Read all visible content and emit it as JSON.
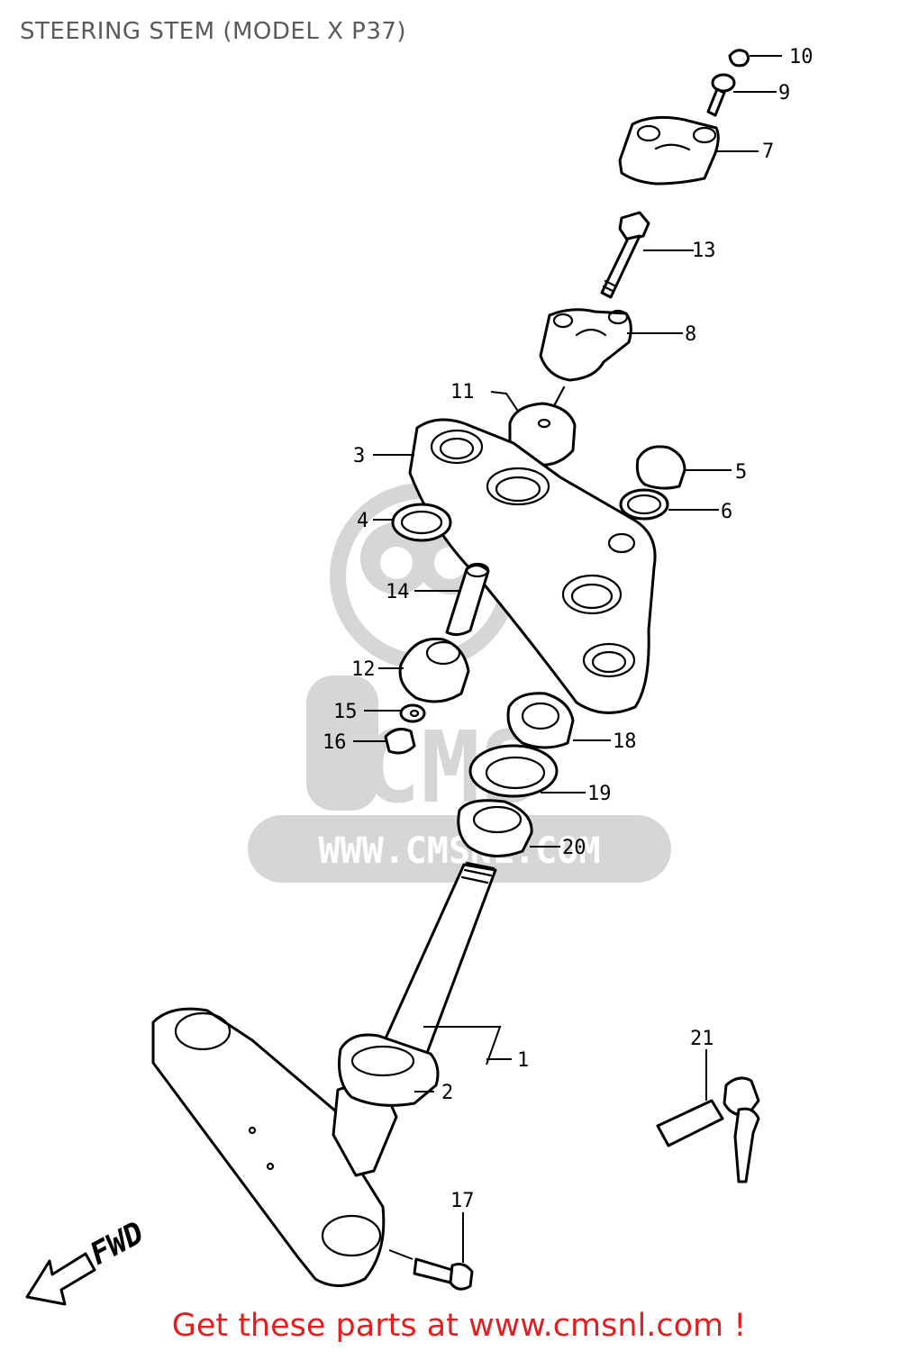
{
  "title": "STEERING STEM (MODEL X P37)",
  "footer": "Get these parts at www.cmsnl.com !",
  "watermark": {
    "logo_text": "CMS",
    "url_text": "WWW.CMSNL.COM"
  },
  "direction_label": "FWD",
  "callouts": {
    "c1": "1",
    "c2": "2",
    "c3": "3",
    "c4": "4",
    "c5": "5",
    "c6": "6",
    "c7": "7",
    "c8": "8",
    "c9": "9",
    "c10": "10",
    "c11": "11",
    "c12": "12",
    "c13": "13",
    "c14": "14",
    "c15": "15",
    "c16": "16",
    "c17": "17",
    "c18": "18",
    "c19": "19",
    "c20": "20",
    "c21": "21"
  },
  "colors": {
    "footer_text": "#e02020",
    "title_text": "#5a5a5a",
    "watermark": "#d6d6d6",
    "line": "#000000"
  }
}
